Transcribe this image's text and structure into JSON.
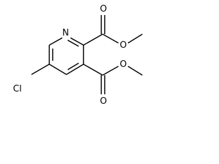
{
  "molecule": {
    "atoms": {
      "n": "N",
      "cl": "Cl",
      "o_upper_carbonyl": "O",
      "o_upper_ester": "O",
      "o_lower_carbonyl": "O",
      "o_lower_ester": "O"
    },
    "colors": {
      "bond": "#000000",
      "label": "#000000",
      "background": "#ffffff"
    }
  }
}
